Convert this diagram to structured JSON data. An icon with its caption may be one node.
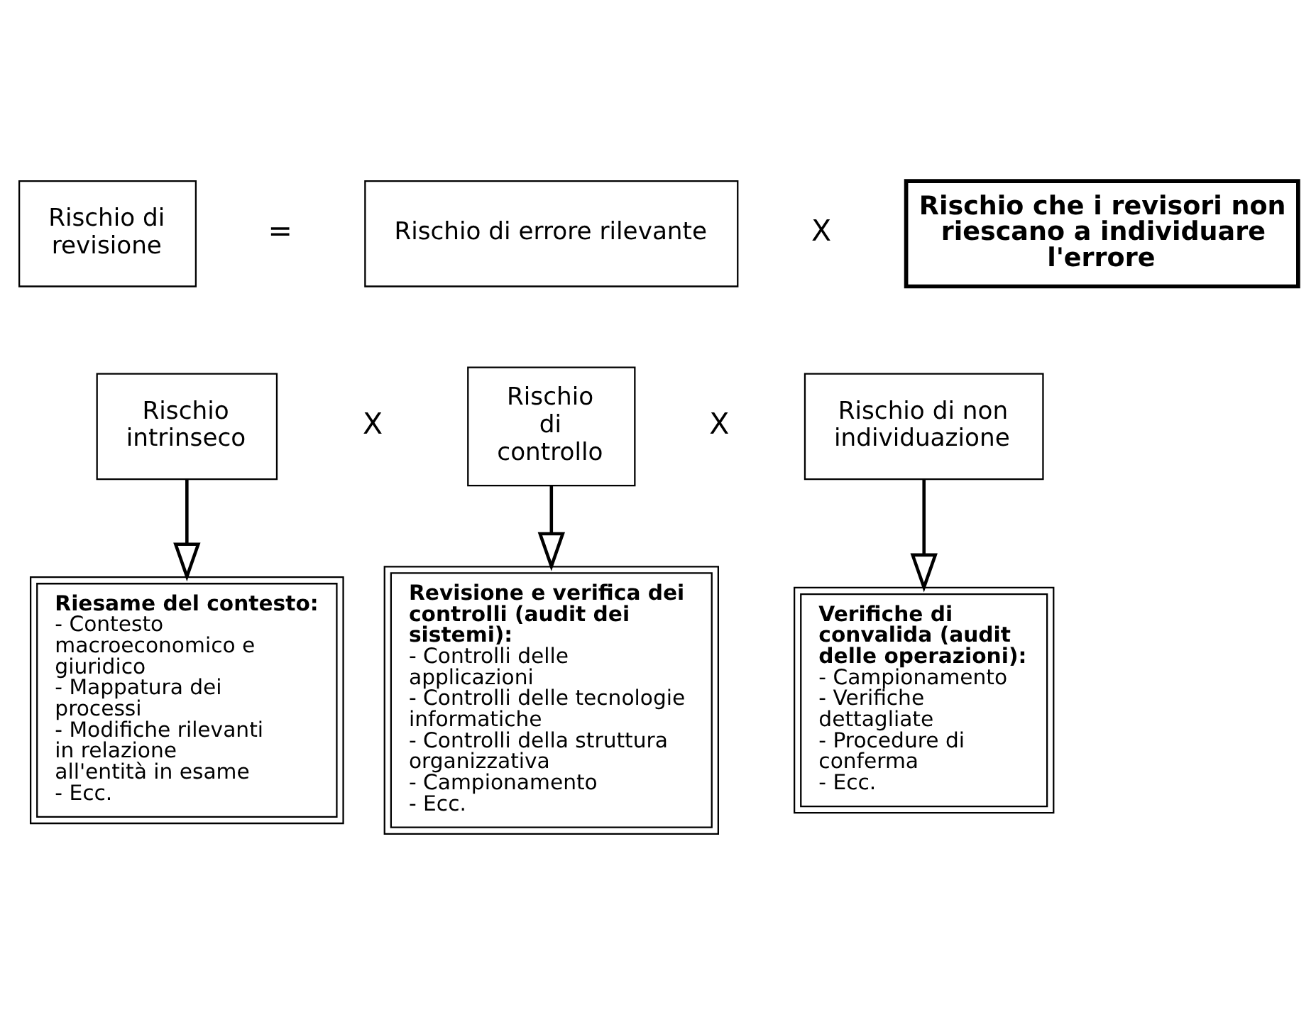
{
  "diagram": {
    "nodes": [
      {
        "text": [
          "Rischio di revisione"
        ]
      },
      {
        "text": [
          "Rischio di errore rilevante"
        ]
      },
      {
        "text": [
          "Rischio che i revisori non riescano a individuare l'errore"
        ]
      },
      {
        "text": [
          "Rischio intrinseco"
        ]
      },
      {
        "text": [
          "Rischio di controllo"
        ]
      },
      {
        "text": [
          "Rischio di non individuazione"
        ]
      },
      {
        "text": [
          "Riesame del contesto:",
          "- Contesto macroeconomico e giuridico",
          "- Mappatura dei processi",
          "- Modifiche rilevanti in relazione all'entità in esame",
          "- Ecc."
        ]
      },
      {
        "text": [
          "Revisione e verifica dei controlli (audit dei sistemi):",
          "- Controlli delle applicazioni",
          "- Controlli delle tecnologie informatiche",
          "- Controlli della struttura organizzativa",
          "- Campionamento",
          "- Ecc."
        ]
      },
      {
        "text": [
          "Verifiche di convalida (audit delle operazioni):",
          "- Campionamento",
          "- Verifiche dettagliate",
          "- Procedure di conferma",
          "- Ecc."
        ]
      }
    ],
    "edges": [
      {
        "from": 3,
        "to": 6,
        "arrow": "to"
      },
      {
        "from": 4,
        "to": 7,
        "arrow": "to"
      },
      {
        "from": 5,
        "to": 8,
        "arrow": "to"
      }
    ],
    "labels": [
      "=",
      "X",
      "X",
      "X"
    ]
  }
}
